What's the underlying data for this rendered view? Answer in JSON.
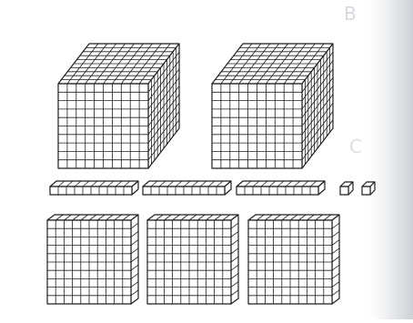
{
  "scan": {
    "paper": "#ffffff",
    "edge": "#c8ccd2",
    "ink": "#1f1f1f",
    "faint_letter_1": "B",
    "faint_letter_2": "C"
  },
  "blocks": {
    "thousands": 2,
    "tens": 3,
    "ones": 2,
    "hundreds": 3,
    "grid_divisions": 10
  },
  "icons": [
    "thousand-cube-icon",
    "ten-rod-icon",
    "one-cube-icon",
    "hundred-flat-icon"
  ]
}
